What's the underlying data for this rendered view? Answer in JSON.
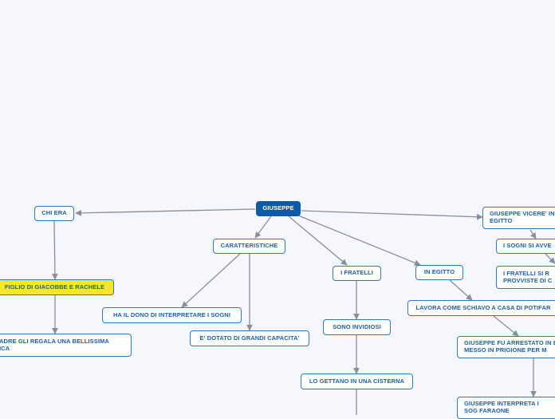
{
  "mindmap": {
    "root": "GIUSEPPE",
    "nodes": {
      "chi_era": "CHI ERA",
      "caratteristiche": "CARATTERISTICHE",
      "i_fratelli": "I FRATELLI",
      "in_egitto": "IN EGITTO",
      "vicere": "GIUSEPPE VICERE' IN EGITTO",
      "figlio": "FIGLIO DI GIACOBBE E RACHELE",
      "padre_regala": "ADRE GLI REGALA UNA BELLISSIMA ICA",
      "dono": "HA IL DONO DI INTERPRETARE I SOGNI",
      "dotato": "E' DOTATO DI GRANDI CAPACITA'",
      "invidiosi": "SONO INVIDIOSI",
      "cisterna": "LO GETTANO IN UNA CISTERNA",
      "schiavo": "LAVORA COME SCHIAVO A CASA DI POTIFAR",
      "arrestato": "GIUSEPPE FU ARRESTATO IN E MESSO IN PRIGIONE PER M",
      "interpreta": "GIUSEPPE INTERPRETA I SOG FARAONE",
      "sogni_avv": "I SOGNI SI AVVE",
      "fratelli_provv": "I FRATELLI SI R PROVVISTE DI C"
    }
  },
  "colors": {
    "background": "#f5f7fd",
    "node_border": "#2f78c4",
    "node_text": "#1d5fa6",
    "root_fill": "#0f5aa8",
    "highlight_fill": "#f7e62a",
    "edge": "#8a8e99"
  }
}
